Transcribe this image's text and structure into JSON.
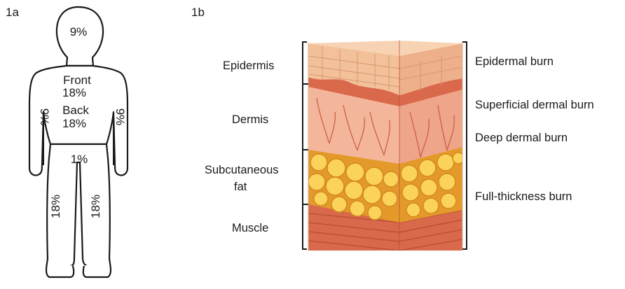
{
  "panels": {
    "a": "1a",
    "b": "1b"
  },
  "body_chart": {
    "head": "9%",
    "front": "Front",
    "front_pct": "18%",
    "back": "Back",
    "back_pct": "18%",
    "left_arm": "9%",
    "right_arm": "9%",
    "groin": "1%",
    "left_leg": "18%",
    "right_leg": "18%"
  },
  "layers": {
    "epidermis": "Epidermis",
    "dermis": "Dermis",
    "subcutaneous_1": "Subcutaneous",
    "subcutaneous_2": "fat",
    "muscle": "Muscle"
  },
  "burns": {
    "epidermal": "Epidermal burn",
    "superficial_dermal": "Superficial dermal burn",
    "deep_dermal": "Deep dermal burn",
    "full_thickness": "Full-thickness burn"
  },
  "colors": {
    "epidermis": "#f2c19a",
    "dermis": "#f3b69a",
    "dermis_band": "#d9694a",
    "fat": "#f2b531",
    "fat_globule": "#fbd25a",
    "muscle": "#d8694a",
    "outline": "#1a1a1a"
  }
}
